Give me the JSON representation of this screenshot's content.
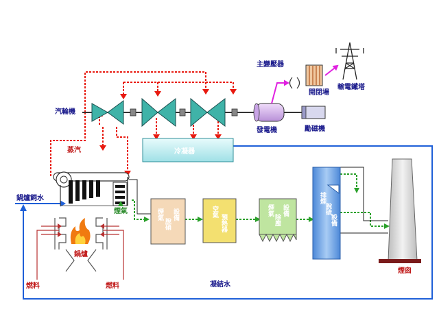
{
  "labels": {
    "turbine": "汽輪機",
    "steam": "蒸汽",
    "main_transformer": "主變壓器",
    "switchyard": "開閉場",
    "transmission_tower": "輸電鐵塔",
    "generator": "發電機",
    "exciter": "勵磁機",
    "condenser": "冷凝器",
    "boiler_feedwater": "鍋爐飼水",
    "flue_gas": "煙氣",
    "denox_line1": "煙氣",
    "denox_line2": "脫硝",
    "denox_line3": "設備",
    "air_preheater_line1": "空氣",
    "air_preheater_line2": "預熱器",
    "esp_line1": "煙氣",
    "esp_line2": "除塵",
    "esp_line3": "設備",
    "fgd_line1": "排煙",
    "fgd_line2": "脫硫",
    "fgd_line3": "設備",
    "boiler": "鍋爐",
    "fuel_left": "燃料",
    "fuel_right": "燃料",
    "condensate": "凝結水",
    "chimney": "煙囪"
  },
  "colors": {
    "steam_line": "#e8190f",
    "water_line": "#1e5fd8",
    "gas_line": "#2aa02a",
    "magenta_line": "#e020e0",
    "label_blue": "#1a1a8c",
    "label_red": "#c01818",
    "condenser_fill": "#bfeef0",
    "denox_fill": "#f5d9b8",
    "preheater_fill": "#f3e070",
    "esp_fill": "#bfe5a0",
    "fgd_fill": "#78aee8",
    "generator_fill": "#d8b4ee",
    "chimney_fill": "#dcdcdc"
  }
}
